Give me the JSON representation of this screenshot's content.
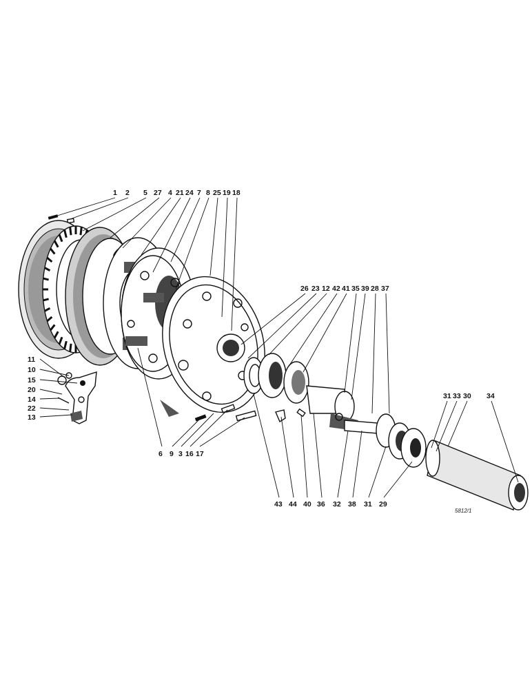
{
  "diagram": {
    "callouts_top": [
      "1",
      "2",
      "5",
      "27",
      "4",
      "21",
      "24",
      "7",
      "8",
      "25",
      "19",
      "18"
    ],
    "callouts_mid": [
      "26",
      "23",
      "12",
      "42",
      "41",
      "35",
      "39",
      "28",
      "37"
    ],
    "callouts_left": [
      "11",
      "10",
      "15",
      "20",
      "14",
      "22",
      "13"
    ],
    "callouts_bottom_left": [
      "6",
      "9",
      "3",
      "16",
      "17"
    ],
    "callouts_bottom_mid": [
      "43",
      "44",
      "40",
      "36",
      "32",
      "38",
      "31",
      "29"
    ],
    "callouts_right": [
      "31",
      "33",
      "30",
      "34"
    ],
    "drawing_ref": "5812/1"
  }
}
